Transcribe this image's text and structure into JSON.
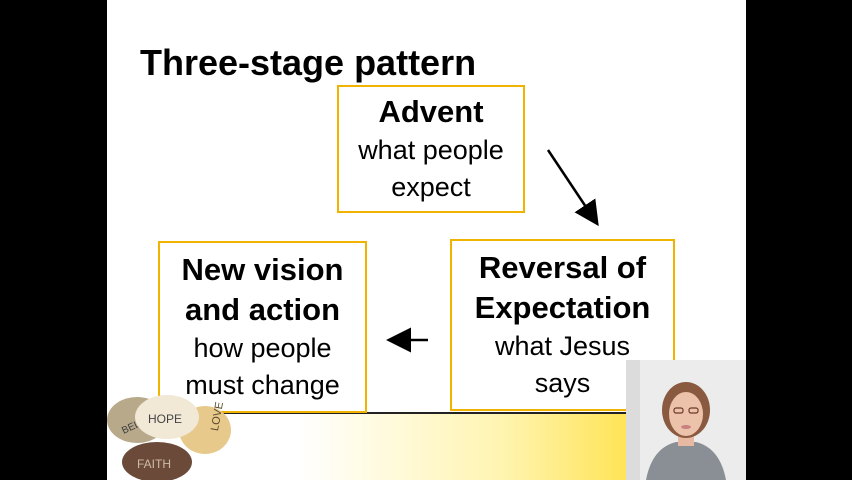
{
  "slide": {
    "title": "Three-stage pattern",
    "stages": {
      "advent": {
        "heading": "Advent",
        "line1": "what people",
        "line2": "expect"
      },
      "reversal": {
        "heading1": "Reversal of",
        "heading2": "Expectation",
        "line1": "what Jesus",
        "line2": "says"
      },
      "vision": {
        "heading1": "New vision",
        "heading2": "and action",
        "line1": "how people",
        "line2": "must change"
      }
    },
    "stones": {
      "believe": "BELIEVE",
      "hope": "HOPE",
      "love": "LOVE",
      "faith": "FAITH"
    }
  },
  "colors": {
    "box_border": "#f0b400",
    "accent_yellow": "#ffd400",
    "background": "#000000",
    "slide_background": "#ffffff"
  },
  "icons": {
    "arrow_down_right": "arrow-down-right-icon",
    "arrow_left": "arrow-left-icon"
  }
}
